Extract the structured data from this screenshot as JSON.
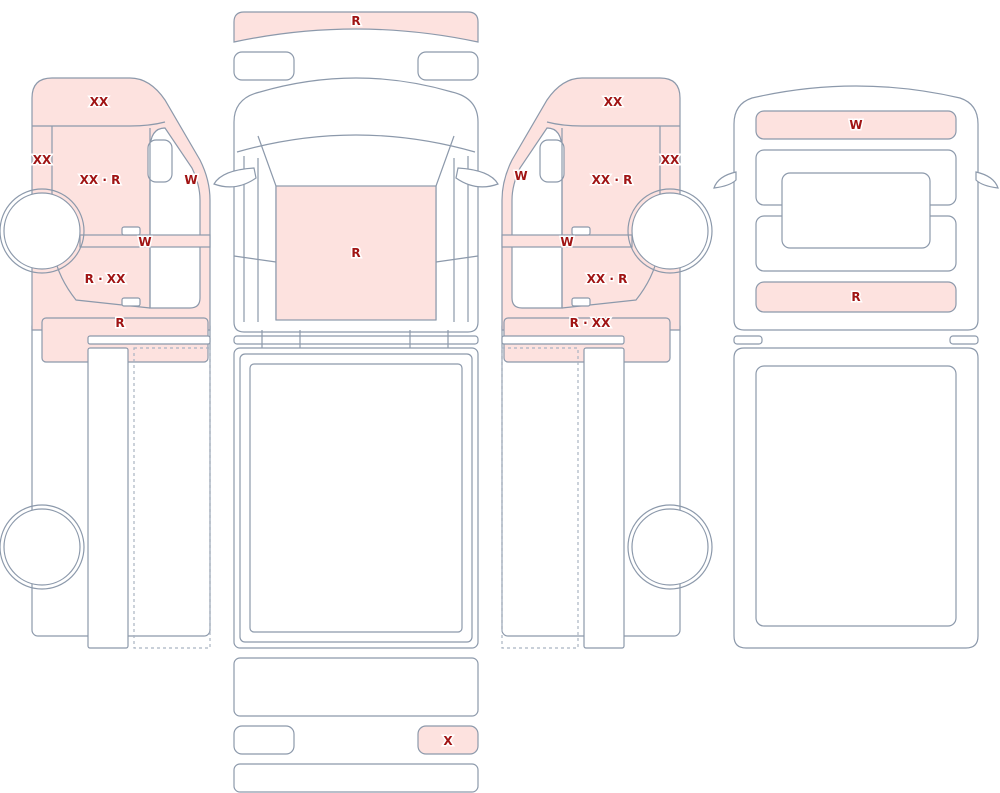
{
  "labels": {
    "roof_front": "R",
    "hood": "R",
    "tailgate_handle": "X",
    "left_door_top": "XX",
    "left_door_edge": "XX",
    "left_door_upper": "XX · R",
    "left_window": "W",
    "left_beltline": "W",
    "left_door_lower": "R · XX",
    "left_sill": "R",
    "right_door_top": "XX",
    "right_door_edge": "XX",
    "right_door_upper": "XX · R",
    "right_window": "W",
    "right_beltline": "W",
    "right_door_lower": "XX · R",
    "right_sill": "R · XX",
    "rear_window": "W",
    "rear_bumper": "R"
  },
  "colors": {
    "outline": "#8c99ab",
    "damage_fill": "#fde2df",
    "label": "#a01414"
  }
}
